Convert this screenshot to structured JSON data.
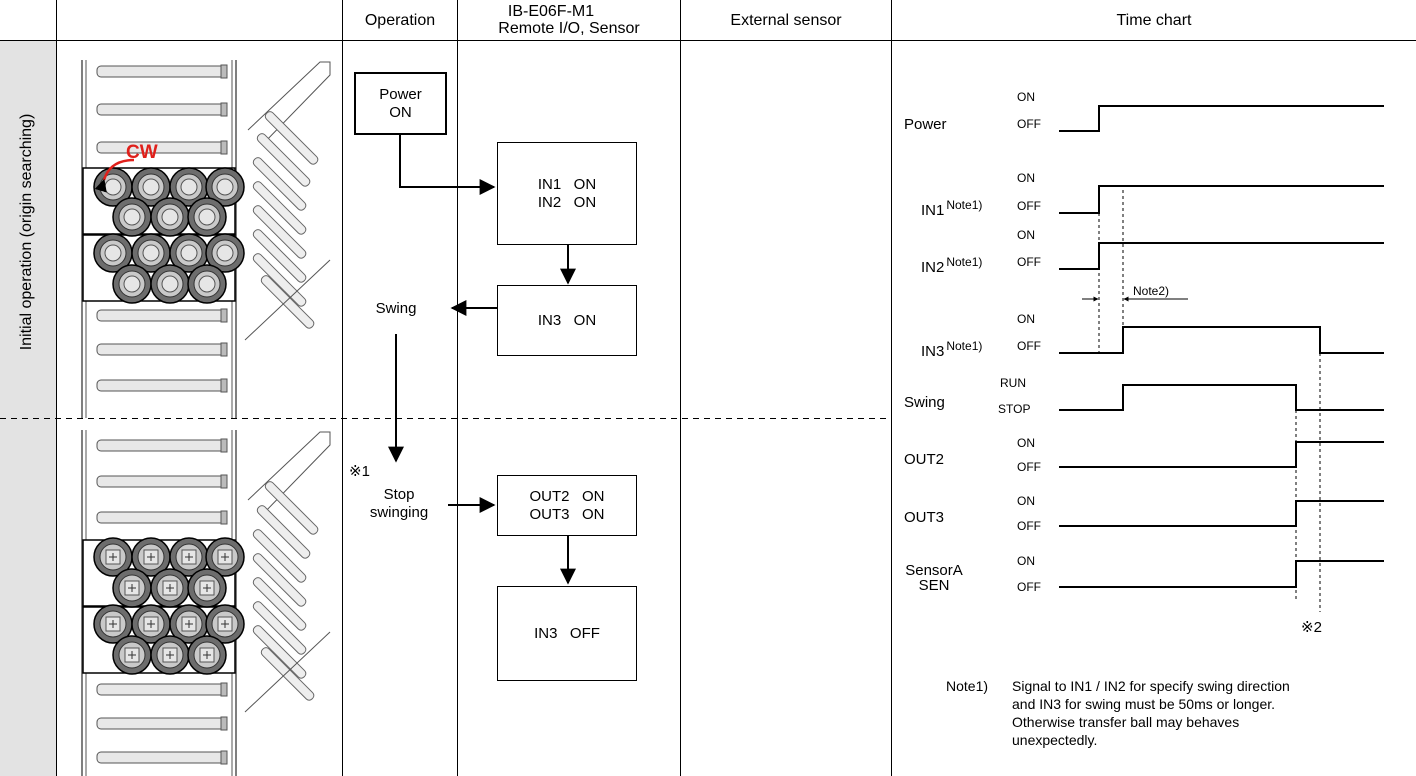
{
  "headers": {
    "operation": "Operation",
    "device_line1": "IB-E06F-M1",
    "device_line2": "Remote I/O, Sensor",
    "external_sensor": "External sensor",
    "time_chart": "Time chart"
  },
  "side_label": "Initial operation (origin searching)",
  "image_label_cw": "CW",
  "flow": {
    "power_on": "Power\nON",
    "in1_in2_on": "IN1   ON\nIN2   ON",
    "in3_on": "IN3   ON",
    "swing": "Swing",
    "note1_mark": "※1",
    "stop_swinging_line1": "Stop",
    "stop_swinging_line2": "swinging",
    "out2_out3_on": "OUT2   ON\nOUT3   ON",
    "in3_off": "IN3   OFF"
  },
  "time_chart": {
    "signals": [
      {
        "name": "Power",
        "note": "",
        "high": "ON",
        "low": "OFF"
      },
      {
        "name": "IN1",
        "note": "Note1)",
        "high": "ON",
        "low": "OFF"
      },
      {
        "name": "IN2",
        "note": "Note1)",
        "high": "ON",
        "low": "OFF"
      },
      {
        "name": "IN3",
        "note": "Note1)",
        "high": "ON",
        "low": "OFF"
      },
      {
        "name": "Swing",
        "note": "",
        "high": "RUN",
        "low": "STOP"
      },
      {
        "name": "OUT2",
        "note": "",
        "high": "ON",
        "low": "OFF"
      },
      {
        "name": "OUT3",
        "note": "",
        "high": "ON",
        "low": "OFF"
      },
      {
        "name": "SensorA\nSEN",
        "note": "",
        "high": "ON",
        "low": "OFF"
      }
    ],
    "note2_label": "Note2)",
    "mark2": "※2",
    "note1_label": "Note1)",
    "note1_text_1": "Signal to IN1 / IN2 for specify swing direction",
    "note1_text_2": "and IN3 for swing must be 50ms or longer.",
    "note1_text_3": "Otherwise transfer ball may behaves",
    "note1_text_4": "unexpectedly."
  },
  "colors": {
    "accent_red": "#e0201b",
    "band_gray": "#e3e3e3",
    "roller_gray": "#8a8a8a"
  }
}
